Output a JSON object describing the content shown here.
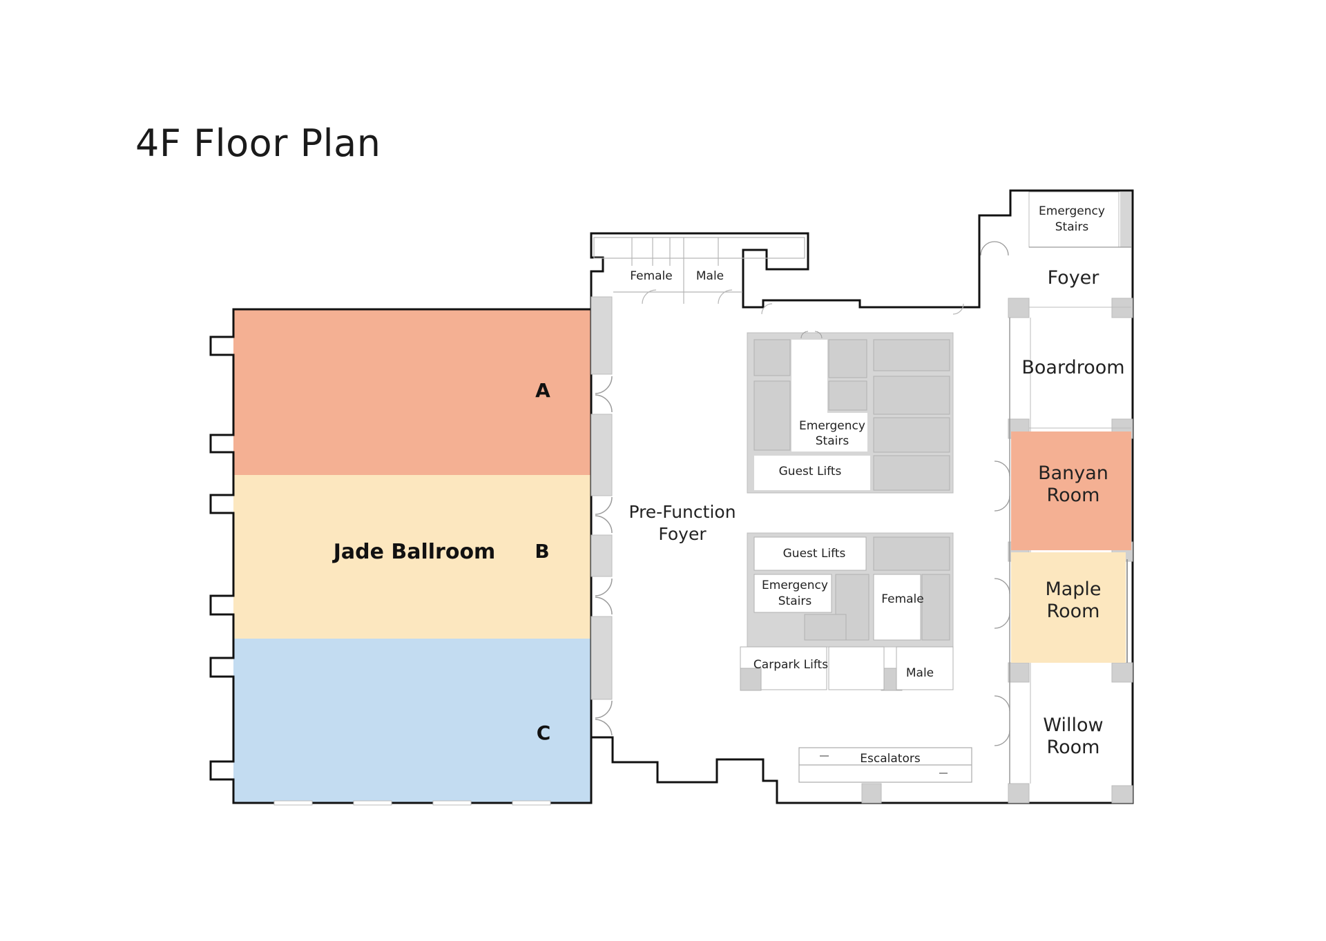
{
  "title": "4F Floor Plan",
  "colors": {
    "section_a": "#f4b093",
    "section_b": "#fce7bf",
    "section_c": "#c3dcf1",
    "banyan": "#f4b093",
    "maple": "#fce7bf",
    "core": "#d4d4d4",
    "wall": "#111111"
  },
  "ballroom": {
    "name": "Jade Ballroom",
    "sections": [
      "A",
      "B",
      "C"
    ]
  },
  "rooms": {
    "emergency_stairs_top": [
      "Emergency",
      "Stairs"
    ],
    "foyer": "Foyer",
    "boardroom": "Boardroom",
    "banyan": [
      "Banyan",
      "Room"
    ],
    "maple": [
      "Maple",
      "Room"
    ],
    "willow": [
      "Willow",
      "Room"
    ],
    "prefunction": [
      "Pre-Function",
      "Foyer"
    ],
    "restroom_female_top": "Female",
    "restroom_male_top": "Male",
    "core_upper_stairs": [
      "Emergency",
      "Stairs"
    ],
    "core_upper_lifts": "Guest Lifts",
    "core_lower_lifts": "Guest Lifts",
    "core_lower_stairs": [
      "Emergency",
      "Stairs"
    ],
    "core_lower_female": "Female",
    "carpark_lifts": "Carpark Lifts",
    "core_lower_male": "Male",
    "escalators": "Escalators"
  }
}
